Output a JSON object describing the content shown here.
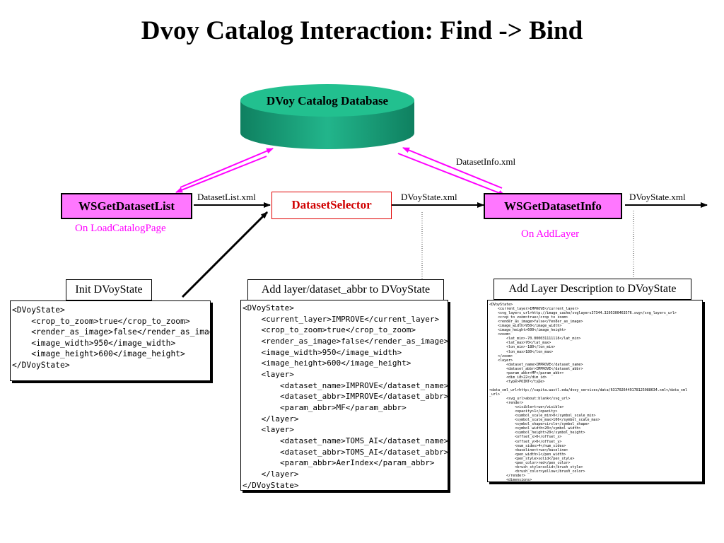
{
  "title": "Dvoy Catalog Interaction: Find -> Bind",
  "database": {
    "label": "DVoy Catalog Database",
    "color": "#1aa07a"
  },
  "nodes": {
    "list": {
      "label": "WSGetDatasetList",
      "trigger": "On LoadCatalogPage"
    },
    "selector": {
      "label": "DatasetSelector"
    },
    "info": {
      "label": "WSGetDatasetInfo",
      "trigger": "On AddLayer"
    }
  },
  "edge_labels": {
    "datasetlist": "DatasetList.xml",
    "state1": "DVoyState.xml",
    "datasetinfo": "DatasetInfo.xml",
    "state2": "DVoyState.xml"
  },
  "panels": {
    "init": {
      "header": "Init DVoyState",
      "xml": "<DVoyState>\n    <crop_to_zoom>true</crop_to_zoom>\n    <render_as_image>false</render_as_image>\n    <image_width>950</image_width>\n    <image_height>600</image_height>\n</DVoyState>"
    },
    "add": {
      "header": "Add layer/dataset_abbr to DVoyState",
      "xml": "<DVoyState>\n    <current_layer>IMPROVE</current_layer>\n    <crop_to_zoom>true</crop_to_zoom>\n    <render_as_image>false</render_as_image>\n    <image_width>950</image_width>\n    <image_height>600</image_height>\n    <layer>\n        <dataset_name>IMPROVE</dataset_name>\n        <dataset_abbr>IMPROVE</dataset_abbr>\n        <param_abbr>MF</param_abbr>\n    </layer>\n    <layer>\n        <dataset_name>TOMS_AI</dataset_name>\n        <dataset_abbr>TOMS_AI</dataset_abbr>\n        <param_abbr>AerIndex</param_abbr>\n    </layer>\n</DVoyState>"
    },
    "desc": {
      "header": "Add Layer Description to DVoyState",
      "xml": "<DVoyState>\n    <current_layer>IMPROVE</current_layer>\n    <svg_layers_url>http://image_cache/svglayers37344.3205300463576.svg</svg_layers_url>\n    <crop_to_zoom>true</crop_to_zoom>\n    <render_as_image>false</render_as_image>\n    <image_width>950</image_width>\n    <image_height>600</image_height>\n    <zoom>\n        <lat_min>-70.000031111118</lat_min>\n        <lat_max>70</lat_max>\n        <lon_min>-180</lon_min>\n        <lon_max>180</lon_max>\n    </zoom>\n    <layer>\n        <dataset_name>IMPROVE</dataset_name>\n        <dataset_abbr>IMPROVE</dataset_abbr>\n        <param_abbr>MF</param_abbr>\n        <dim_id>22</dim_id>\n        <type>POINT</type>\n\n<data_xml_url>http://capita.wustl.edu/dvoy_services/data/6317026449178125088634.xml</data_xml\n_url>\n        <svg_url>about:blank</svg_url>\n        <render>\n            <visible>true</visible>\n            <opacity>1</opacity>\n            <symbol_scale_min>0</symbol_scale_min>\n            <symbol_scale_max>100</symbol_scale_max>\n            <symbol_shape>circle</symbol_shape>\n            <symbol_width>20</symbol_width>\n            <symbol_height>20</symbol_height>\n            <offset_x>0</offset_x>\n            <offset_y>0</offset_y>\n            <num_sides>4</num_sides>\n            <baseline>true</baseline>\n            <pen_width>1</pen_width>\n            <pen_style>solid</pen_style>\n            <pen_color>red</pen_color>\n            <brush_style>solid</brush_style>\n            <brush_color>yellow</brush_color>\n        </render>\n        <dimensions>\n            <datetime>"
    }
  },
  "colors": {
    "node_fill": "#ff77ff",
    "link": "#ff00ff",
    "trigger_text": "#ff00ff",
    "selector_text": "#d00000"
  }
}
